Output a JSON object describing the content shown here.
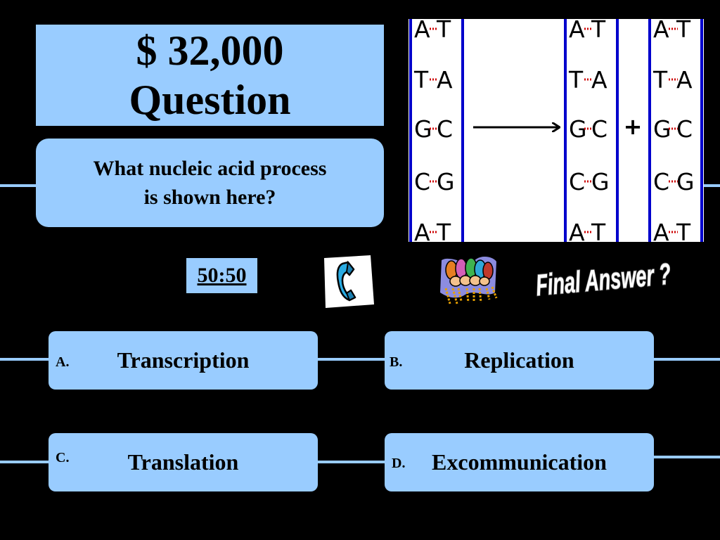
{
  "header": {
    "amount": "$ 32,000",
    "label": "Question"
  },
  "question": {
    "line1": "What nucleic acid process",
    "line2": "is shown here?"
  },
  "diagram": {
    "left_strand": [
      [
        "A",
        "T"
      ],
      [
        "T",
        "A"
      ],
      [
        "G",
        "C"
      ],
      [
        "C",
        "G"
      ],
      [
        "A",
        "T"
      ]
    ],
    "product_one": [
      [
        "A",
        "T"
      ],
      [
        "T",
        "A"
      ],
      [
        "G",
        "C"
      ],
      [
        "C",
        "G"
      ],
      [
        "A",
        "T"
      ]
    ],
    "product_two": [
      [
        "A",
        "T"
      ],
      [
        "T",
        "A"
      ],
      [
        "G",
        "C"
      ],
      [
        "C",
        "G"
      ],
      [
        "A",
        "T"
      ]
    ],
    "plus_sign": "+"
  },
  "lifelines": {
    "fifty_fifty": "50:50",
    "phone_icon": "phone-icon",
    "audience_icon": "audience-icon",
    "final_answer": "Final Answer ?"
  },
  "answers": [
    {
      "letter": "A.",
      "text": "Transcription"
    },
    {
      "letter": "B.",
      "text": "Replication"
    },
    {
      "letter": "C.",
      "text": "Translation"
    },
    {
      "letter": "D.",
      "text": "Excommunication"
    }
  ],
  "colors": {
    "background": "#000000",
    "panel": "#99ccff",
    "strand": "#0000cc",
    "bond": "#cc0000"
  }
}
